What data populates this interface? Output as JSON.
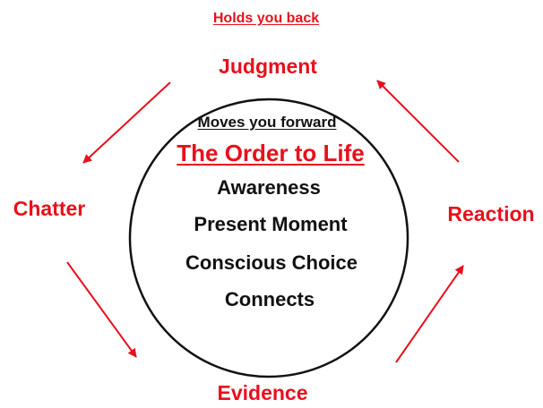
{
  "top_heading": "Holds you back",
  "cycle": {
    "judgment": "Judgment",
    "chatter": "Chatter",
    "reaction": "Reaction",
    "evidence": "Evidence"
  },
  "circle": {
    "heading": "Moves you forward",
    "title": "The Order to Life",
    "items": [
      "Awareness",
      "Present Moment",
      "Conscious Choice",
      "Connects"
    ]
  },
  "colors": {
    "accent": "#e8101c",
    "text": "#111111",
    "background": "#ffffff"
  }
}
